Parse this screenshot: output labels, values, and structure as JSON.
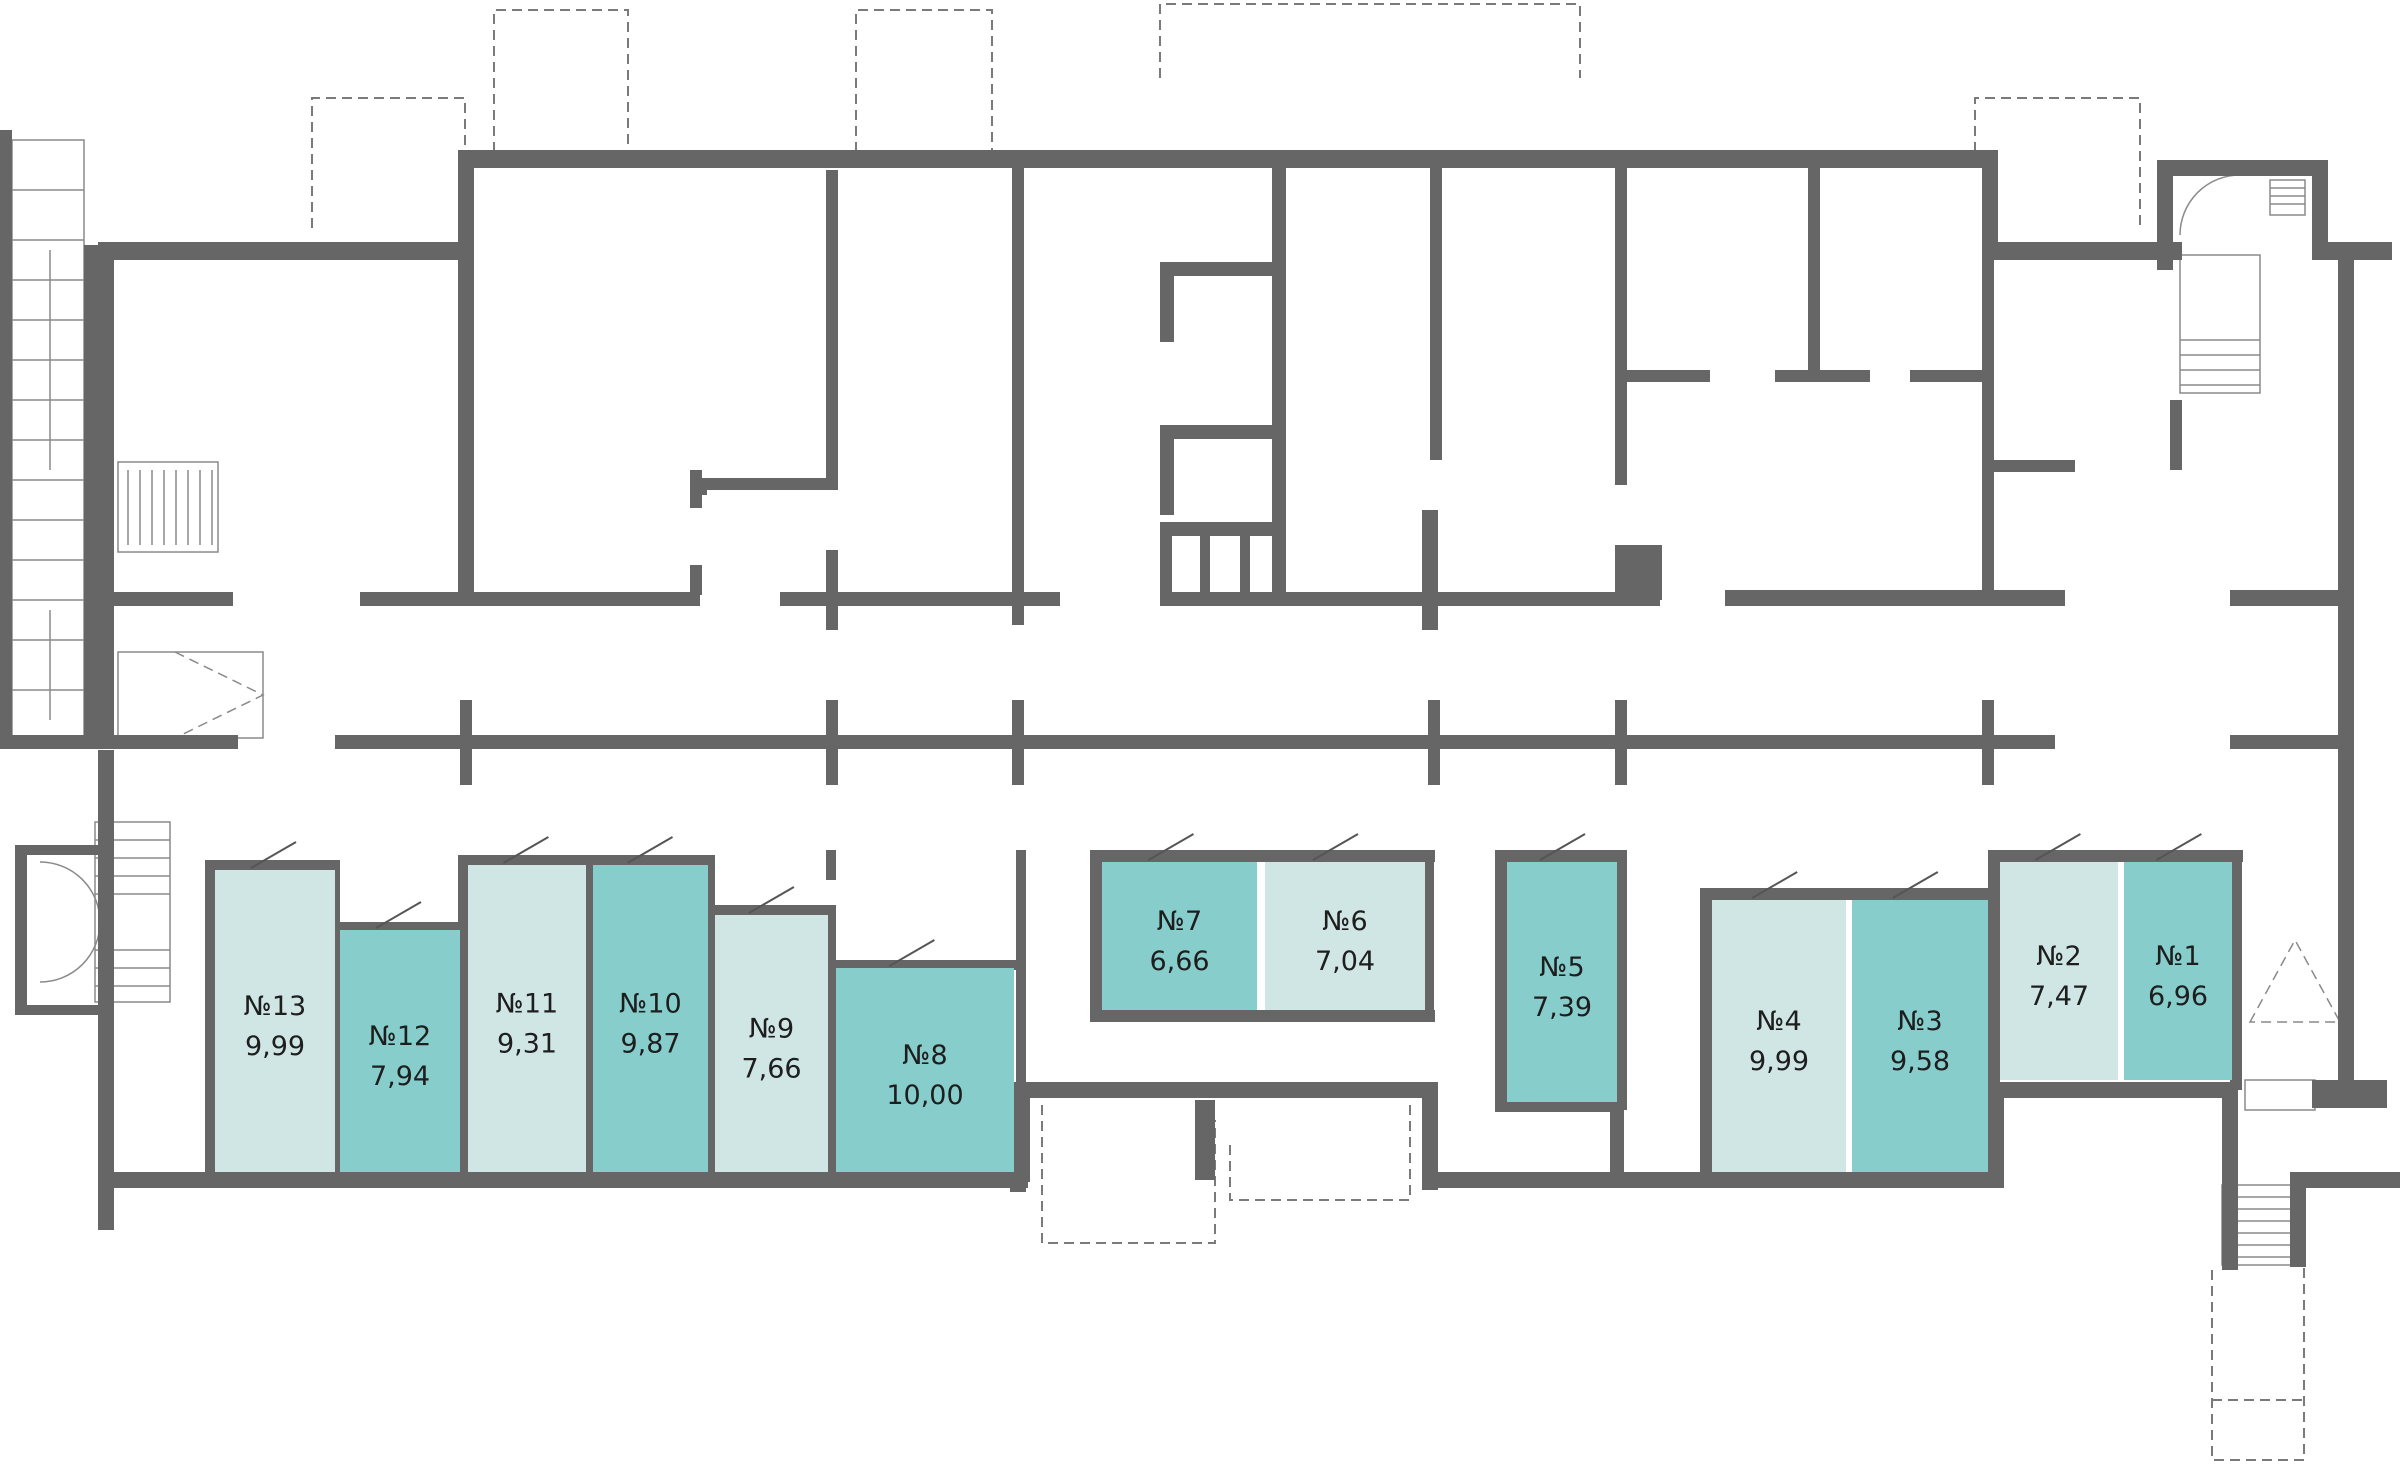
{
  "colors": {
    "wall": "#666666",
    "unit_light": "#cfe6e4",
    "unit_dark": "#86cdcb",
    "stroke": "#555555",
    "dash": "#7a7a7a",
    "background": "#ffffff"
  },
  "units": [
    {
      "id": "13",
      "label": "№13",
      "area": "9,99",
      "tone": "light"
    },
    {
      "id": "12",
      "label": "№12",
      "area": "7,94",
      "tone": "dark"
    },
    {
      "id": "11",
      "label": "№11",
      "area": "9,31",
      "tone": "light"
    },
    {
      "id": "10",
      "label": "№10",
      "area": "9,87",
      "tone": "dark"
    },
    {
      "id": "9",
      "label": "№9",
      "area": "7,66",
      "tone": "light"
    },
    {
      "id": "8",
      "label": "№8",
      "area": "10,00",
      "tone": "dark"
    },
    {
      "id": "7",
      "label": "№7",
      "area": "6,66",
      "tone": "dark"
    },
    {
      "id": "6",
      "label": "№6",
      "area": "7,04",
      "tone": "light"
    },
    {
      "id": "5",
      "label": "№5",
      "area": "7,39",
      "tone": "dark"
    },
    {
      "id": "4",
      "label": "№4",
      "area": "9,99",
      "tone": "light"
    },
    {
      "id": "3",
      "label": "№3",
      "area": "9,58",
      "tone": "dark"
    },
    {
      "id": "2",
      "label": "№2",
      "area": "7,47",
      "tone": "light"
    },
    {
      "id": "1",
      "label": "№1",
      "area": "6,96",
      "tone": "dark"
    }
  ]
}
